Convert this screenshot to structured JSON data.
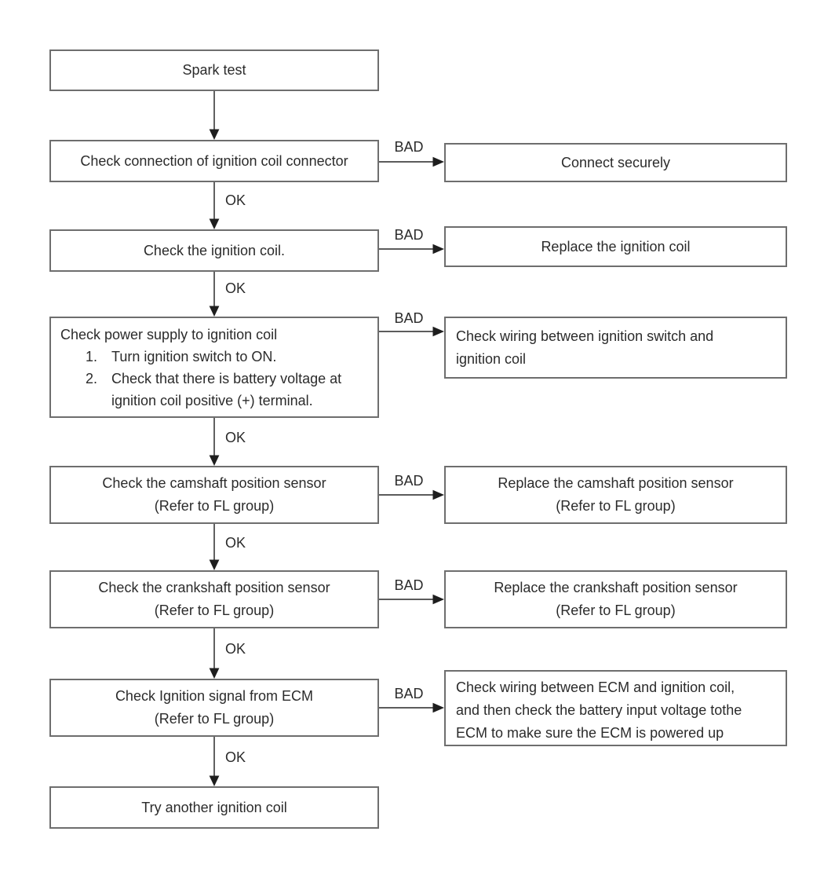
{
  "flow": {
    "ok_label": "OK",
    "bad_label": "BAD",
    "colors": {
      "background": "#ffffff",
      "box_border": "#6e6e6e",
      "arrow_line": "#454545",
      "arrow_head": "#1e1e1e",
      "text": "#2b2b2b"
    },
    "steps": {
      "spark_test": {
        "text": "Spark test"
      },
      "check_connection": {
        "text": "Check connection of ignition coil connector"
      },
      "check_coil": {
        "text": "Check the ignition coil."
      },
      "check_power": {
        "title": "Check power supply to ignition coil",
        "items": [
          {
            "num": "1.",
            "text": "Turn ignition switch to ON."
          },
          {
            "num": "2.",
            "text": "Check that there is battery voltage at ignition coil positive (+) terminal."
          }
        ]
      },
      "check_camshaft": {
        "line1": "Check the camshaft position sensor",
        "line2": "(Refer to FL group)"
      },
      "check_crankshaft": {
        "line1": "Check the crankshaft position sensor",
        "line2": "(Refer to FL group)"
      },
      "check_ecm": {
        "line1": "Check Ignition signal from ECM",
        "line2": "(Refer to FL group)"
      },
      "try_another": {
        "text": "Try another ignition coil"
      }
    },
    "results": {
      "connect_securely": {
        "text": "Connect securely"
      },
      "replace_coil": {
        "text": "Replace the ignition coil"
      },
      "check_wiring_switch": {
        "line1": "Check wiring between ignition switch and",
        "line2": "ignition coil"
      },
      "replace_camshaft": {
        "line1": "Replace the camshaft position sensor",
        "line2": "(Refer to FL group)"
      },
      "replace_crankshaft": {
        "line1": "Replace the crankshaft position sensor",
        "line2": "(Refer to FL group)"
      },
      "check_wiring_ecm": {
        "line1": "Check wiring between ECM and ignition coil,",
        "line2": "and then check the battery input voltage tothe",
        "line3": "ECM to make sure the ECM is powered up"
      }
    }
  }
}
